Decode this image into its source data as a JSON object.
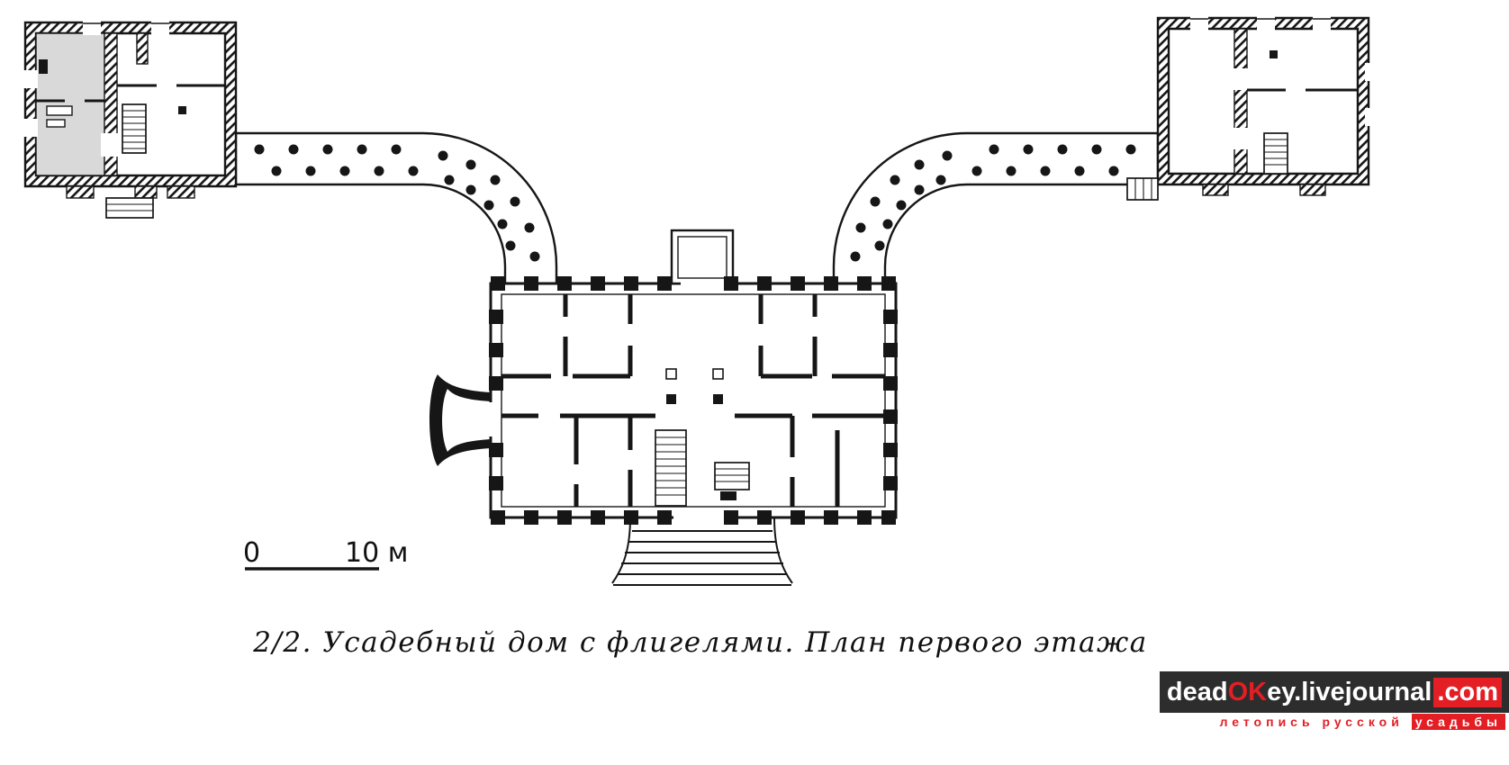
{
  "colors": {
    "ink": "#161616",
    "accent_red": "#e31e24",
    "watermark_bar": "#2d2d2d",
    "wing_fill": "#d9d9d9"
  },
  "scale_bar": {
    "zero": "0",
    "ten": "10 м"
  },
  "caption": "2/2. Усадебный дом с флигелями. План первого этажа",
  "watermark": {
    "dead": "dead",
    "ok": "OK",
    "ey_livejournal": "ey.livejournal",
    "dot_com": ".com",
    "subtitle_left": "летопись русской",
    "subtitle_right": "усадьбы"
  }
}
